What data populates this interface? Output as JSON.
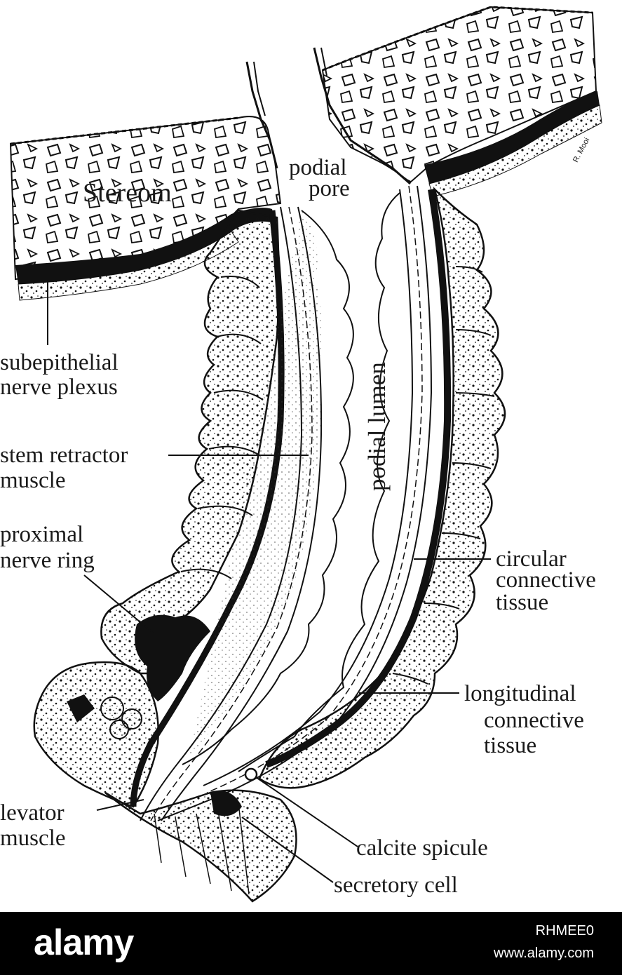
{
  "figure": {
    "labels": {
      "stereom": "Stereom",
      "podial_pore_1": "podial",
      "podial_pore_2": "pore",
      "podial_lumen": "podial lumen",
      "subepithelial_1": "subepithelial",
      "subepithelial_2": "nerve plexus",
      "stem_retractor_1": "stem retractor",
      "stem_retractor_2": "muscle",
      "proximal_nerve_1": "proximal",
      "proximal_nerve_2": "nerve ring",
      "circular_1": "circular",
      "circular_2": "connective",
      "circular_3": "tissue",
      "longitudinal_1": "longitudinal",
      "longitudinal_2": "connective",
      "longitudinal_3": "tissue",
      "levator_1": "levator",
      "levator_2": "muscle",
      "calcite_spicule": "calcite spicule",
      "secretory_cell": "secretory cell",
      "artist_signature": "R. Mooi"
    },
    "colors": {
      "ink": "#111111",
      "paper": "#ffffff"
    }
  },
  "watermark": {
    "brand": "alamy",
    "image_id": "RHMEE0",
    "url": "www.alamy.com"
  }
}
